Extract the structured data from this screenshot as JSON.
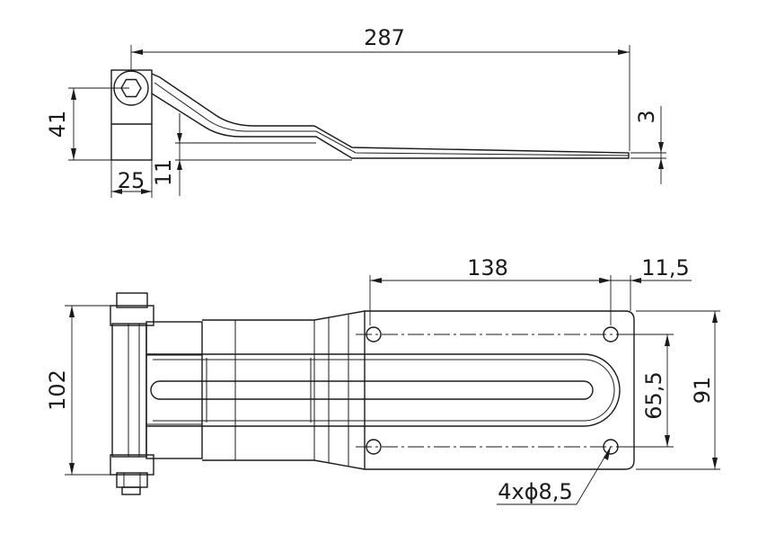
{
  "top_view": {
    "overall_length": "287",
    "height": "41",
    "barrel_width": "25",
    "offset": "11",
    "thickness": "3"
  },
  "plan_view": {
    "hole_spacing_long": "138",
    "hole_edge_offset": "11,5",
    "hole_spacing_cross": "65,5",
    "plate_width": "91",
    "overall_height": "102",
    "holes_callout": "4xϕ8,5"
  },
  "colors": {
    "line": "#1a1a1a",
    "background": "#ffffff"
  }
}
